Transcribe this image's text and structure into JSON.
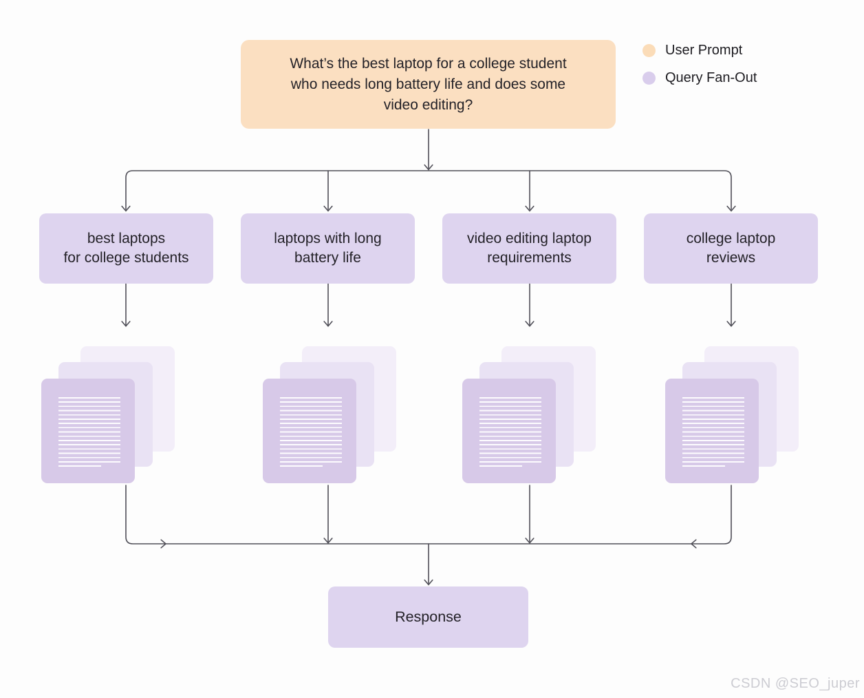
{
  "prompt": {
    "lines": [
      "What’s the best laptop for a college student",
      "who needs long battery life and does some",
      "video editing?"
    ],
    "bg": "#fbdfc1"
  },
  "legend": {
    "items": [
      {
        "id": "user-prompt",
        "label": "User Prompt",
        "color": "#fbdcb8"
      },
      {
        "id": "query-fan-out",
        "label": "Query Fan-Out",
        "color": "#d9cdec"
      }
    ]
  },
  "queries": [
    {
      "lines": [
        "best laptops",
        "for college students"
      ]
    },
    {
      "lines": [
        "laptops with long",
        "battery life"
      ]
    },
    {
      "lines": [
        "video editing laptop",
        "requirements"
      ]
    },
    {
      "lines": [
        "college laptop",
        "reviews"
      ]
    }
  ],
  "query_box_bg": "#ded4ef",
  "documents": {
    "stacks": 4,
    "pages_per_stack": 3,
    "front_color": "#d7c9e8",
    "middle_color": "#e9e2f4",
    "back_color": "#f3eef9"
  },
  "response": {
    "label": "Response",
    "bg": "#ded4ef"
  },
  "connectors": {
    "color": "#4f4e57"
  },
  "watermark": "CSDN @SEO_juper"
}
